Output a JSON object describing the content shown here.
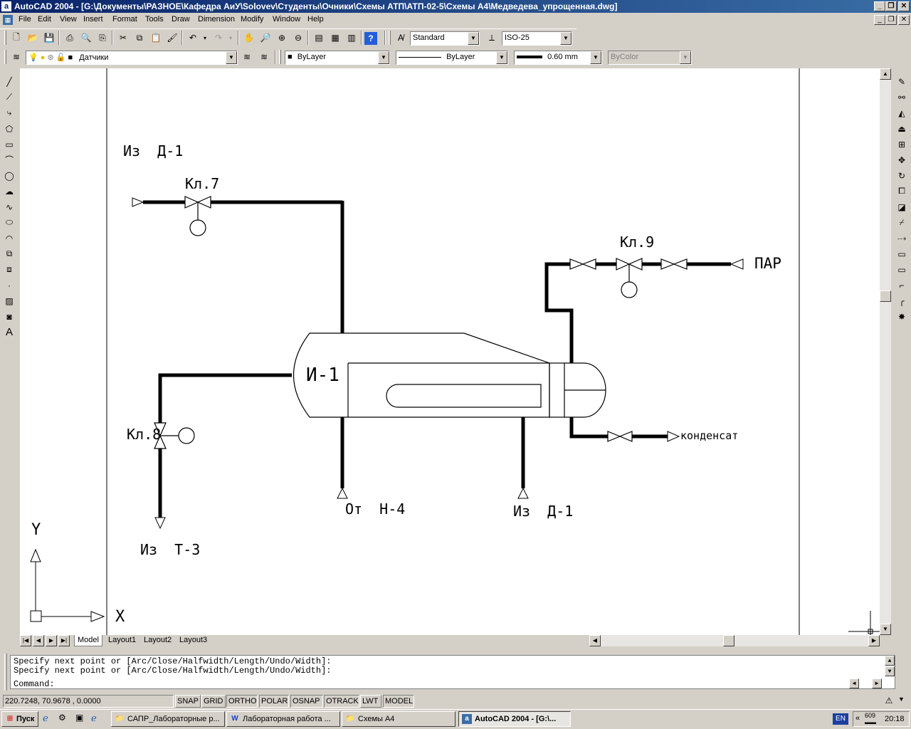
{
  "window": {
    "title": "AutoCAD 2004 - [G:\\Документы\\РАЗНОЕ\\Кафедра АиУ\\Solovev\\Студенты\\Очники\\Схемы АТП\\АТП-02-5\\Схемы А4\\Медведева_упрощенная.dwg]",
    "app_icon": "autocad-icon"
  },
  "menu": [
    "File",
    "Edit",
    "View",
    "Insert",
    "Format",
    "Tools",
    "Draw",
    "Dimension",
    "Modify",
    "Window",
    "Help"
  ],
  "standard_toolbar": {
    "text_style": "Standard",
    "dim_style": "ISO-25"
  },
  "properties_toolbar": {
    "layer": "Датчики",
    "color": "ByLayer",
    "linetype": "ByLayer",
    "lineweight": "0.60 mm",
    "plot_style": "ByColor"
  },
  "drawing": {
    "labels": {
      "from_d1_top": "Из  Д-1",
      "valve7": "Кл.7",
      "valve9": "Кл.9",
      "steam": "ПАР",
      "vessel": "И-1",
      "valve8": "Кл.8",
      "condensate": "конденсат",
      "from_n4": "От  Н-4",
      "from_d1_bottom": "Из  Д-1",
      "from_t3": "Из  Т-3"
    },
    "ucs": {
      "x": "X",
      "y": "Y"
    }
  },
  "layout_tabs": [
    "Model",
    "Layout1",
    "Layout2",
    "Layout3"
  ],
  "command_line": {
    "history": [
      "Specify next point or [Arc/Close/Halfwidth/Length/Undo/Width]:",
      "Specify next point or [Arc/Close/Halfwidth/Length/Undo/Width]:"
    ],
    "prompt": "Command:"
  },
  "status_bar": {
    "coordinates": "220.7248, 70.9678 , 0.0000",
    "toggles": [
      "SNAP",
      "GRID",
      "ORTHO",
      "POLAR",
      "OSNAP",
      "OTRACK",
      "LWT",
      "MODEL"
    ]
  },
  "taskbar": {
    "start": "Пуск",
    "tasks": [
      "САПР_Лабораторные р...",
      "Лабораторная работа ...",
      "Схемы А4",
      "AutoCAD 2004 - [G:\\..."
    ],
    "language": "EN",
    "tray_number": "609",
    "clock": "20:18"
  },
  "colors": {
    "title_bar": "#0a246a",
    "canvas": "#ffffff",
    "chrome": "#d4d0c8"
  }
}
